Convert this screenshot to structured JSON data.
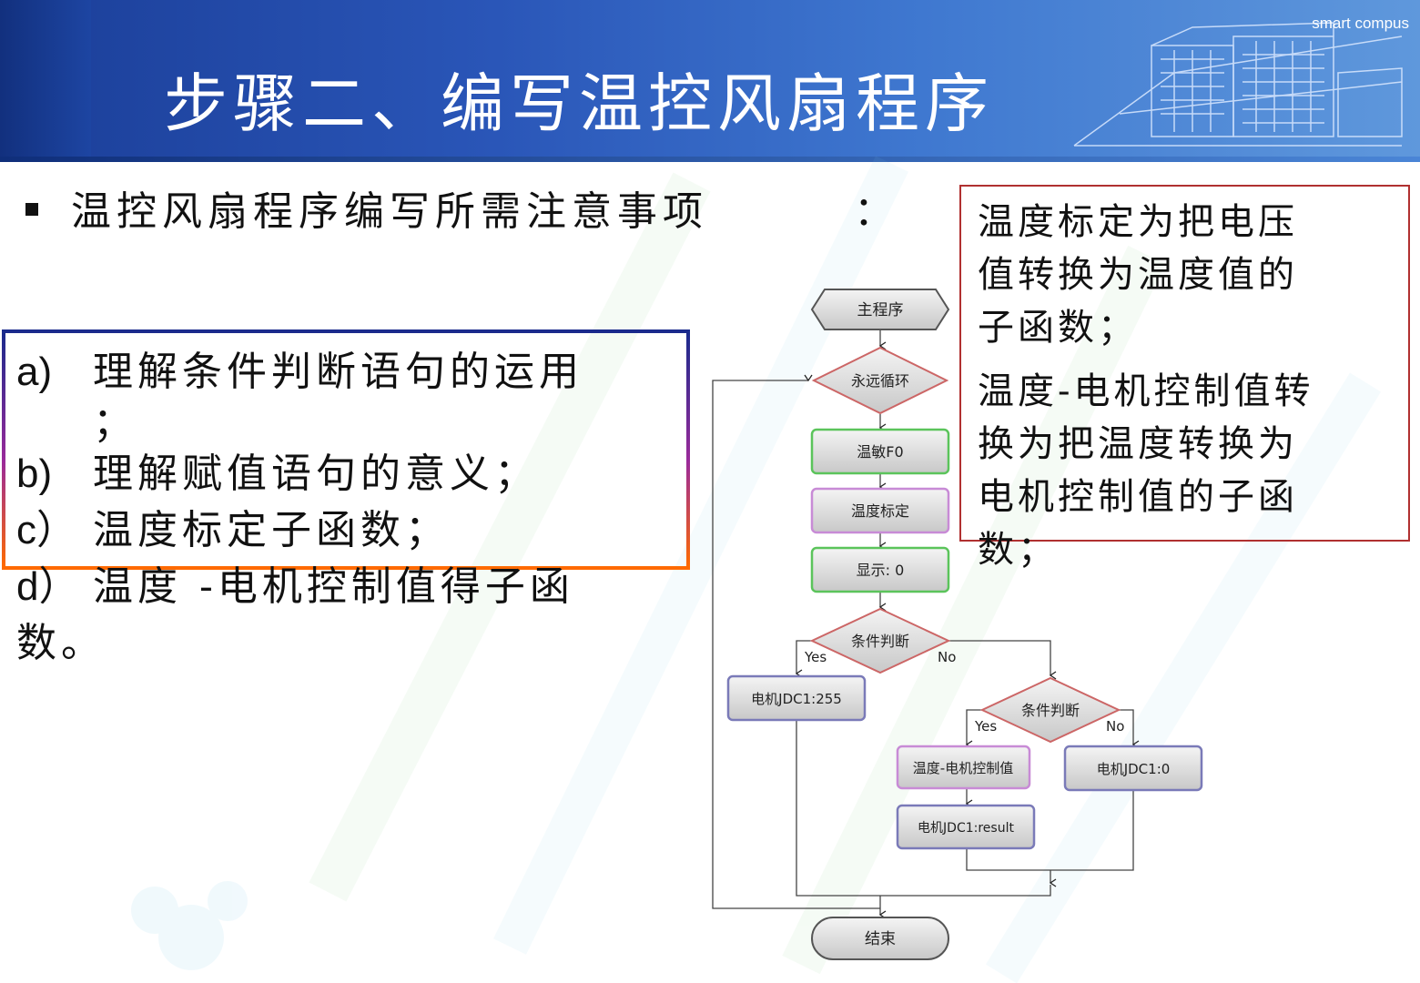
{
  "header": {
    "title": "步骤二、编写温控风扇程序",
    "brand": "smart compus"
  },
  "subtitle": "温控风扇程序编写所需注意事项",
  "subtitle_colon": "：",
  "list": [
    {
      "label": "a)",
      "text": "理解条件判断语句的运用",
      "cont": "；"
    },
    {
      "label": "b)",
      "text": "理解赋值语句的意义；"
    },
    {
      "label": "c）",
      "text": "温度标定子函数；"
    },
    {
      "label": "d）",
      "text": "温度 -电机控制值得子函",
      "cont": "数。"
    }
  ],
  "notes": [
    [
      "温度标定为把电压",
      "值转换为温度值的",
      "子函数；"
    ],
    [
      "温度-电机控制值转",
      "换为把温度转换为",
      "电机控制值的子函",
      "数；"
    ]
  ],
  "flowchart": {
    "main": "主程序",
    "loop": "永远循环",
    "sensor": "温敏F0",
    "calib": "温度标定",
    "display": "显示: 0",
    "cond1": "条件判断",
    "yes1": "Yes",
    "no1": "No",
    "motor_full": "电机JDC1:255",
    "cond2": "条件判断",
    "yes2": "Yes",
    "no2": "No",
    "temp_motor": "温度-电机控制值",
    "motor_zero": "电机JDC1:0",
    "motor_result": "电机JDC1:result",
    "end": "结束"
  }
}
